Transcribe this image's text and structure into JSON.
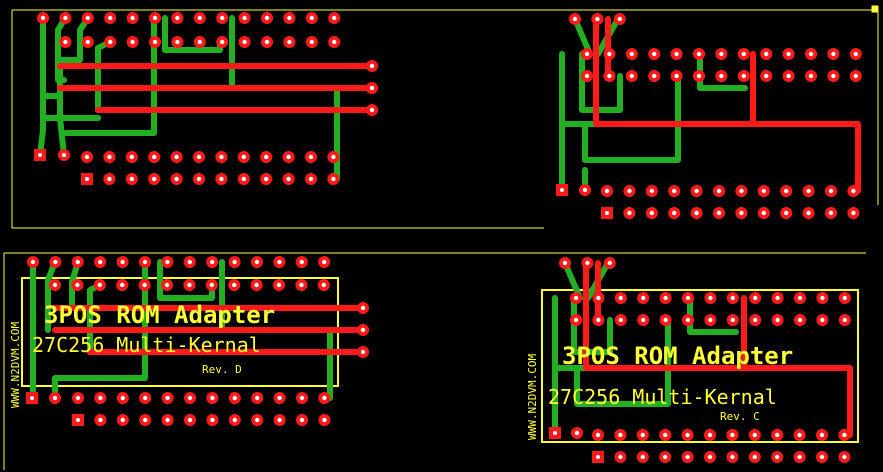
{
  "colors": {
    "background": "#000000",
    "copper_bottom": "#ff1a1a",
    "copper_top": "#22b022",
    "silkscreen": "#ffff33",
    "outline": "#ffff33",
    "pad_hole": "#ffffff"
  },
  "boards": [
    {
      "id": "top-left",
      "title": "",
      "subtitle": "",
      "revision": "",
      "url": ""
    },
    {
      "id": "top-right",
      "title": "",
      "subtitle": "",
      "revision": "",
      "url": ""
    },
    {
      "id": "bottom-left",
      "title": "3POS ROM Adapter",
      "subtitle": "27C256 Multi-Kernal",
      "revision": "Rev. D",
      "url": "WWW.N2DVM.COM"
    },
    {
      "id": "bottom-right",
      "title": "3POS ROM Adapter",
      "subtitle": "27C256 Multi-Kernal",
      "revision": "Rev. C",
      "url": "WWW.N2DVM.COM"
    }
  ]
}
